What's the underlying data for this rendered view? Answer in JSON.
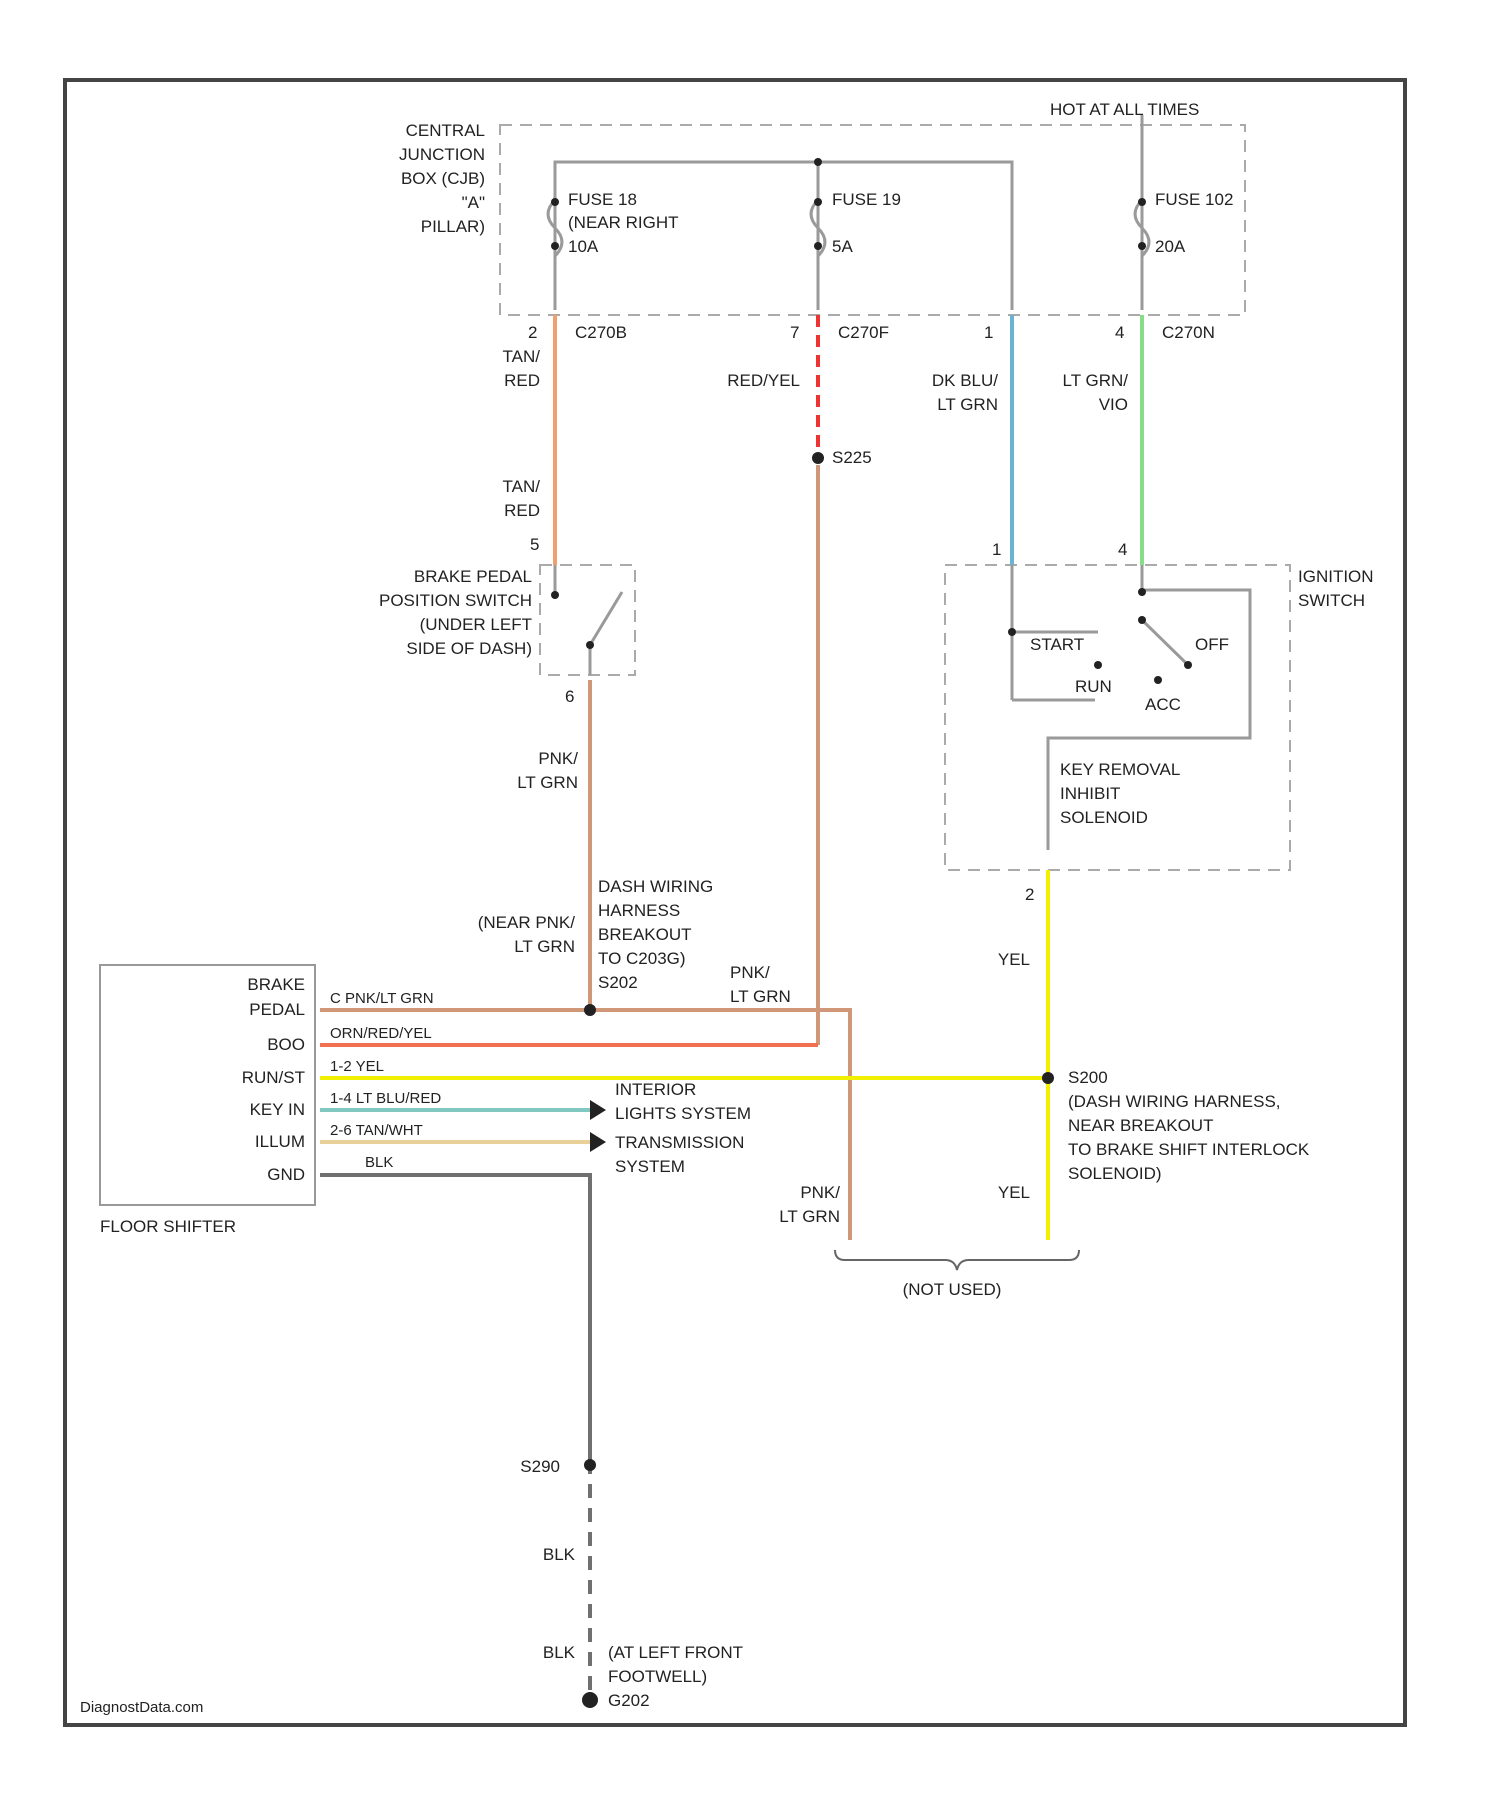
{
  "colors": {
    "frame": "#444444",
    "wire_gray": "#9a9a9a",
    "tan_red": "#f0a070",
    "red_yel": "#ee3333",
    "dk_blu_lt_grn": "#6ab4d0",
    "lt_grn_vio": "#88dd88",
    "pnk_lt_grn": "#d09878",
    "yel": "#f0f000",
    "orn_red": "#f07050",
    "lt_blu_red": "#80c8c0",
    "tan_wht": "#e8d098",
    "blk": "#707070",
    "dashed_box": "#aaaaaa"
  },
  "labels": {
    "hot_at_all_times": "HOT AT ALL TIMES",
    "cjb": [
      "CENTRAL",
      "JUNCTION",
      "BOX (CJB)",
      "\"A\"",
      "PILLAR)"
    ],
    "fuse_a": [
      "FUSE 18",
      "(NEAR RIGHT",
      "10A"
    ],
    "fuse_b": [
      "FUSE 19",
      "5A"
    ],
    "fuse_c": [
      "FUSE 102",
      "20A"
    ],
    "pin_a": "2",
    "conn_a": "C270B",
    "pin_b": "7",
    "conn_b": "C270F",
    "pin_c": "1",
    "pin_d": "4",
    "conn_c": "C270N",
    "wire_tan_red_1": [
      "TAN/",
      "RED"
    ],
    "wire_red_yel": "RED/YEL",
    "splice_s225": "S225",
    "wire_dk_blu": [
      "DK BLU/",
      "LT GRN"
    ],
    "wire_lt_grn_vio": [
      "LT GRN/",
      "VIO"
    ],
    "wire_tan_red_2": [
      "TAN/",
      "RED"
    ],
    "pin_bpp_top": "5",
    "bpp_switch": [
      "BRAKE PEDAL",
      "POSITION SWITCH",
      "(UNDER LEFT",
      "SIDE OF DASH)"
    ],
    "pin_bpp_bot": "6",
    "ign_pin_1": "1",
    "ign_pin_4": "4",
    "ignition_switch": [
      "IGNITION",
      "SWITCH"
    ],
    "ign_start": "START",
    "ign_off": "OFF",
    "ign_run": "RUN",
    "ign_acc": "ACC",
    "key_solenoid": [
      "KEY REMOVAL",
      "INHIBIT",
      "SOLENOID"
    ],
    "ign_pin_2": "2",
    "wire_pnk_lt_grn_1": [
      "PNK/",
      "LT GRN"
    ],
    "dash_harness": [
      "DASH WIRING",
      "HARNESS",
      "BREAKOUT",
      "TO C203G)",
      "S202"
    ],
    "near_pnk": [
      "(NEAR PNK/",
      "LT GRN"
    ],
    "wire_pnk_lt_grn_2": [
      "PNK/",
      "LT GRN"
    ],
    "wire_yel_1": "YEL",
    "fs_pins": [
      [
        "BRAKE",
        "PEDAL"
      ],
      "BOO",
      "RUN/ST",
      "KEY IN",
      "ILLUM",
      "GND"
    ],
    "fs_wire_1": "C PNK/LT GRN",
    "fs_wire_2": "ORN/RED/YEL",
    "fs_wire_3": "1-2 YEL",
    "fs_wire_4": "1-4 LT BLU/RED",
    "fs_wire_5": "2-6 TAN/WHT",
    "fs_wire_6": "BLK",
    "floor_shifter": "FLOOR SHIFTER",
    "interior_lights": [
      "INTERIOR",
      "LIGHTS SYSTEM"
    ],
    "transmission": [
      "TRANSMISSION",
      "SYSTEM"
    ],
    "s200": [
      "S200",
      "(DASH WIRING HARNESS,",
      "NEAR BREAKOUT",
      "TO BRAKE SHIFT INTERLOCK",
      "SOLENOID)"
    ],
    "wire_pnk_lt_grn_3": [
      "PNK/",
      "LT GRN"
    ],
    "wire_yel_2": "YEL",
    "not_used": "(NOT USED)",
    "splice_s290": "S290",
    "wire_blk_1": "BLK",
    "wire_blk_2": "BLK",
    "ground": [
      "(AT LEFT FRONT",
      "FOOTWELL)",
      "G202"
    ],
    "watermark": "DiagnostData.com"
  }
}
